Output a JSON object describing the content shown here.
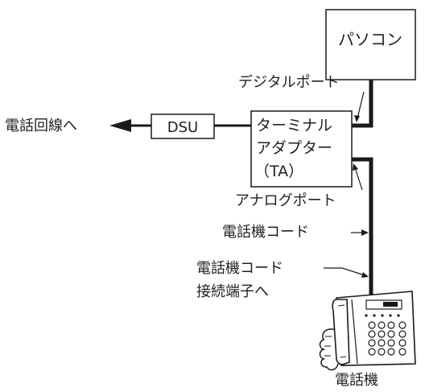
{
  "colors": {
    "line": "#1a1a1a",
    "box_fill": "#ffffff",
    "text": "#222222",
    "phone_body": "#ffffff"
  },
  "boxes": {
    "pc": "パソコン",
    "dsu": "DSU",
    "ta_line1": "ターミナル",
    "ta_line2": "アダプター",
    "ta_line3": "（TA）"
  },
  "labels": {
    "to_phone_line": "電話回線へ",
    "digital_port": "デジタルポート",
    "analog_port": "アナログポート",
    "phone_cord": "電話機コード",
    "phone_jack_line1": "電話機コード",
    "phone_jack_line2": "接続端子へ",
    "telephone": "電話機"
  },
  "icons": {
    "telephone": "telephone-icon",
    "arrow": "arrow-left-icon"
  }
}
